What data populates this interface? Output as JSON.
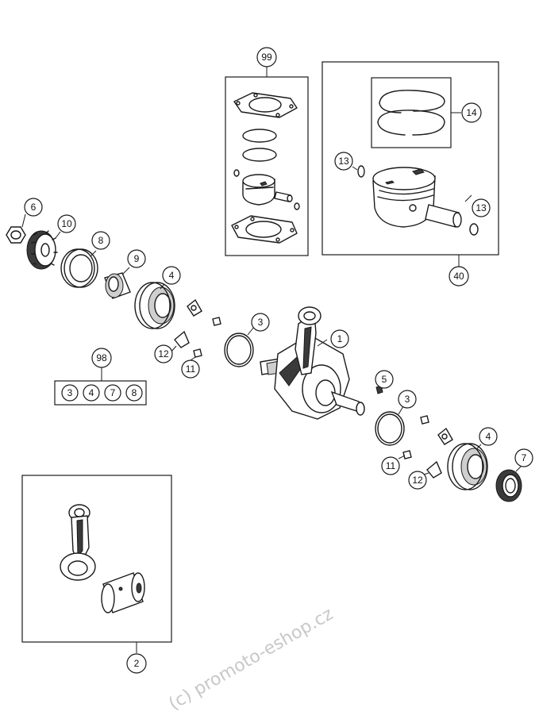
{
  "callouts": {
    "c1": "1",
    "c2": "2",
    "c3a": "3",
    "c3b": "3",
    "c4a": "4",
    "c4b": "4",
    "c5": "5",
    "c6": "6",
    "c7": "7",
    "c8": "8",
    "c9": "9",
    "c10": "10",
    "c11a": "11",
    "c11b": "11",
    "c12a": "12",
    "c12b": "12",
    "c13a": "13",
    "c13b": "13",
    "c14": "14",
    "c40": "40",
    "c98": "98",
    "c99": "99"
  },
  "kit98": {
    "items": [
      "3",
      "4",
      "7",
      "8"
    ]
  },
  "watermark": "(c) promoto-eshop.cz"
}
